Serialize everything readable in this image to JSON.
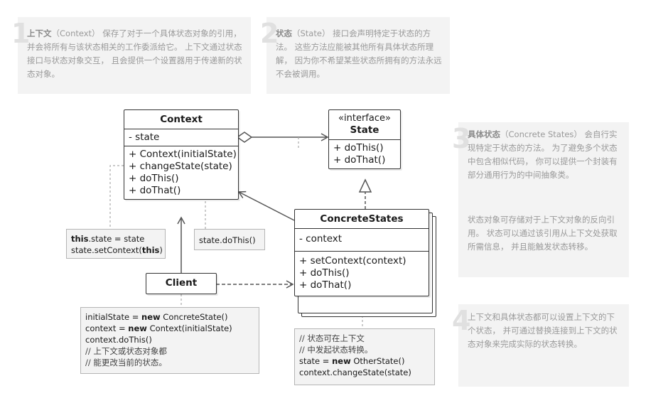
{
  "notes": [
    {
      "num": "1",
      "lead": "上下文",
      "text": "（Context） 保存了对于一个具体状态对象的引用， 并会将所有与该状态相关的工作委派给它。 上下文通过状态接口与状态对象交互， 且会提供一个设置器用于传递新的状态对象。"
    },
    {
      "num": "2",
      "lead": "状态",
      "text": "（State） 接口会声明特定于状态的方法。 这些方法应能被其他所有具体状态所理解， 因为你不希望某些状态所拥有的方法永远不会被调用。"
    },
    {
      "num": "3",
      "lead": "具体状态",
      "text": "（Concrete States） 会自行实现特定于状态的方法。 为了避免多个状态中包含相似代码， 你可以提供一个封装有部分通用行为的中间抽象类。",
      "text2": "状态对象可存储对于上下文对象的反向引用。 状态可以通过该引用从上下文处获取所需信息， 并且能触发状态转移。"
    },
    {
      "num": "4",
      "lead": "",
      "text": "上下文和具体状态都可以设置上下文的下个状态， 并可通过替换连接到上下文的状态对象来完成实际的状态转换。"
    }
  ],
  "context_box": {
    "title": "Context",
    "fields": [
      "- state"
    ],
    "methods": [
      "+ Context(initialState)",
      "+ changeState(state)",
      "+ doThis()",
      "+ doThat()"
    ]
  },
  "state_box": {
    "stereotype": "«interface»",
    "title": "State",
    "methods": [
      "+ doThis()",
      "+ doThat()"
    ]
  },
  "concrete_box": {
    "title": "ConcreteStates",
    "fields": [
      "- context"
    ],
    "methods": [
      "+ setContext(context)",
      "+ doThis()",
      "+ doThat()"
    ]
  },
  "client_box": {
    "title": "Client"
  },
  "code_notes": {
    "context_set": {
      "kw": "this",
      "rest1": ".state = state",
      "line2a": "state.setContext(",
      "kw2": "this",
      "line2b": ")"
    },
    "state_do": "state.doThis()",
    "client_code": {
      "l1a": "initialState = ",
      "l1kw": "new",
      "l1b": " ConcreteState()",
      "l2a": "context = ",
      "l2kw": "new",
      "l2b": " Context(initialState)",
      "l3": "context.doThis()",
      "l4": "// 上下文或状态对象都",
      "l5": "// 能更改当前的状态。"
    },
    "concrete_code": {
      "l1": "// 状态可在上下文",
      "l2": "// 中发起状态转换。",
      "l3a": "state = ",
      "l3kw": "new",
      "l3b": " OtherState()",
      "l4": "context.changeState(state)"
    }
  }
}
